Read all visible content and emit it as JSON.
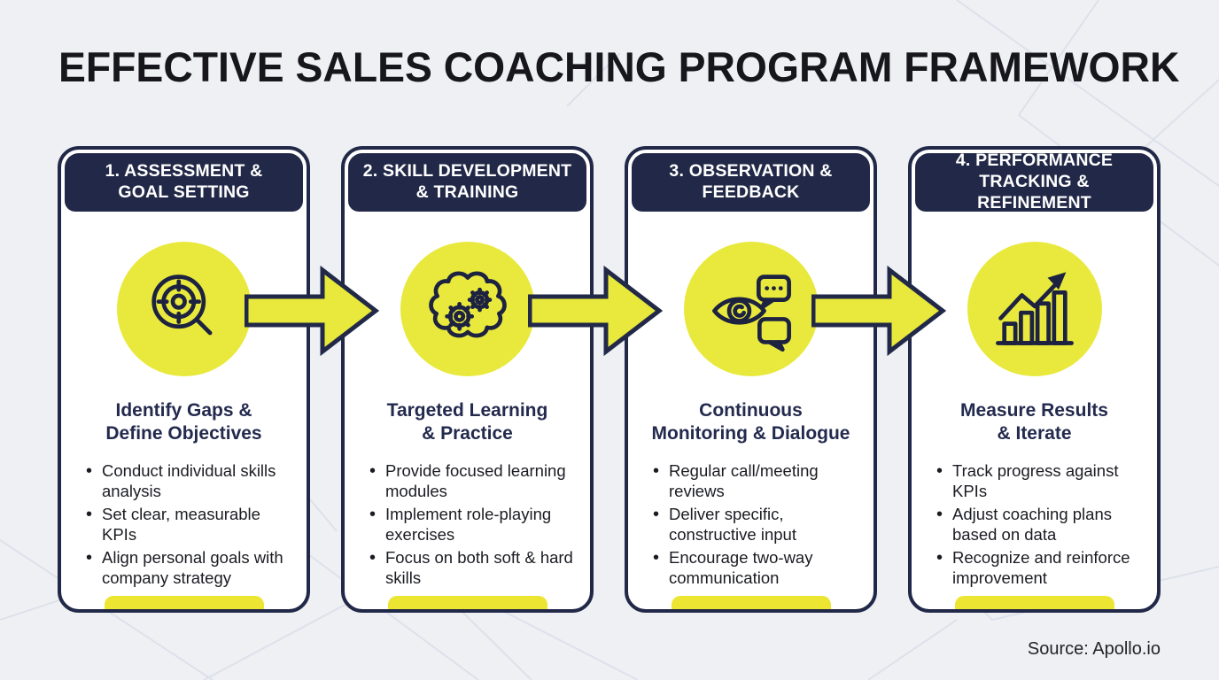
{
  "title": "EFFECTIVE SALES COACHING PROGRAM FRAMEWORK",
  "source": "Source: Apollo.io",
  "colors": {
    "navy": "#222948",
    "yellow": "#e8e93c",
    "background": "#eef0f4",
    "pill": "#ece532"
  },
  "cards": [
    {
      "header": "1. ASSESSMENT &\nGOAL SETTING",
      "icon": "magnifier-target-icon",
      "subtitle": "Identify Gaps &\nDefine Objectives",
      "bullets": [
        "Conduct individual skills analysis",
        "Set clear, measurable KPIs",
        "Align personal goals with company strategy"
      ]
    },
    {
      "header": "2. SKILL DEVELOPMENT\n& TRAINING",
      "icon": "brain-gears-icon",
      "subtitle": "Targeted Learning\n& Practice",
      "bullets": [
        "Provide focused learning modules",
        "Implement role-playing exercises",
        "Focus on both soft & hard skills"
      ]
    },
    {
      "header": "3. OBSERVATION &\nFEEDBACK",
      "icon": "eye-dialogue-icon",
      "subtitle": "Continuous\nMonitoring & Dialogue",
      "bullets": [
        "Regular call/meeting reviews",
        "Deliver specific, constructive input",
        "Encourage two-way communication"
      ]
    },
    {
      "header": "4. PERFORMANCE\nTRACKING & REFINEMENT",
      "icon": "growth-chart-icon",
      "subtitle": "Measure Results\n& Iterate",
      "bullets": [
        "Track progress against KPIs",
        "Adjust coaching plans based on data",
        "Recognize and reinforce improvement"
      ]
    }
  ]
}
